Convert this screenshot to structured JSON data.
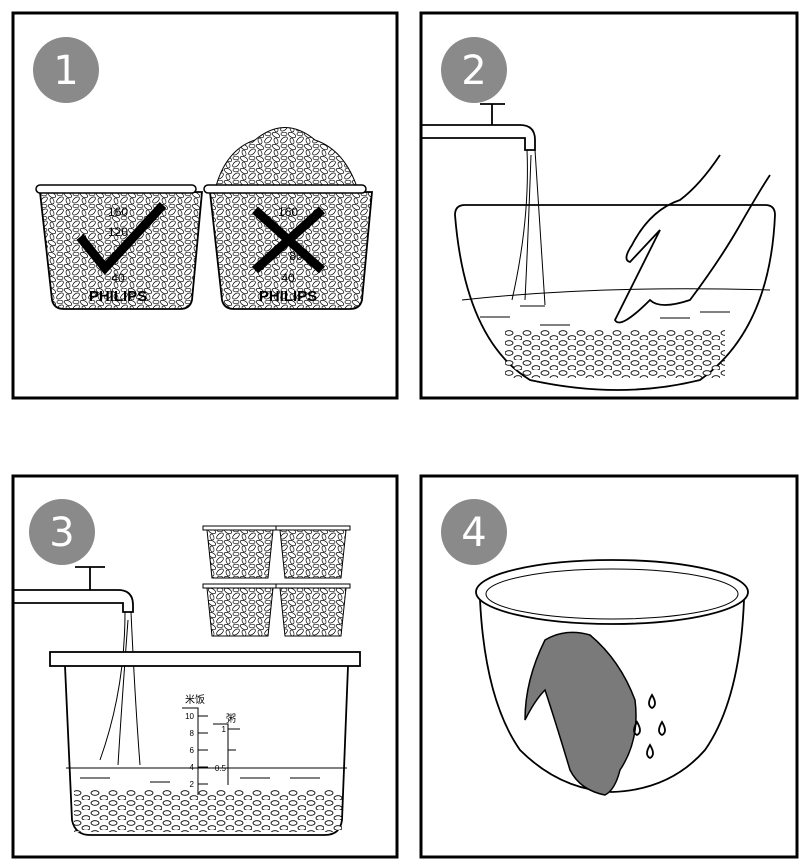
{
  "steps": [
    {
      "number": "1"
    },
    {
      "number": "2"
    },
    {
      "number": "3"
    },
    {
      "number": "4"
    }
  ],
  "cup": {
    "brand": "PHILIPS",
    "marks": [
      "160",
      "120",
      "80",
      "40"
    ]
  },
  "pot_scale": {
    "rice_label": "米饭",
    "rice_marks": [
      "10",
      "8",
      "6",
      "4",
      "2"
    ],
    "porridge_label": "粥",
    "porridge_marks": [
      "1",
      "0.5"
    ]
  },
  "colors": {
    "badge": "#8a8a8a",
    "cloth": "#7a7a7a",
    "line": "#000000"
  }
}
